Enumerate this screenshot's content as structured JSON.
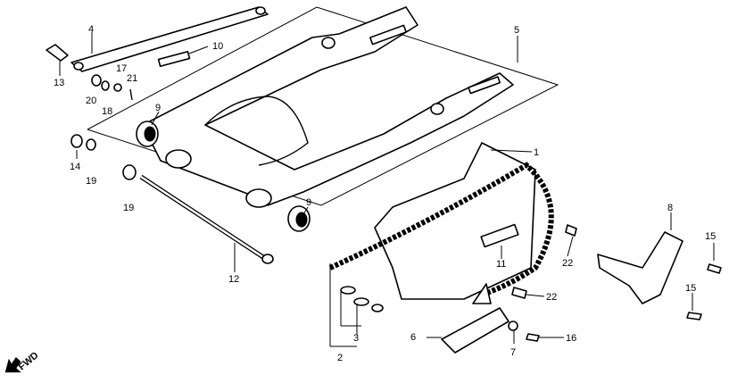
{
  "callouts": {
    "c1": "1",
    "c2": "2",
    "c3": "3",
    "c4": "4",
    "c5": "5",
    "c6": "6",
    "c7": "7",
    "c8": "8",
    "c9a": "9",
    "c9b": "9",
    "c10": "10",
    "c11": "11",
    "c12": "12",
    "c13": "13",
    "c14": "14",
    "c15a": "15",
    "c15b": "15",
    "c16": "16",
    "c17": "17",
    "c18": "18",
    "c19a": "19",
    "c19b": "19",
    "c20": "20",
    "c21": "21",
    "c22a": "22",
    "c22b": "22"
  },
  "fwd_label": "FWD"
}
